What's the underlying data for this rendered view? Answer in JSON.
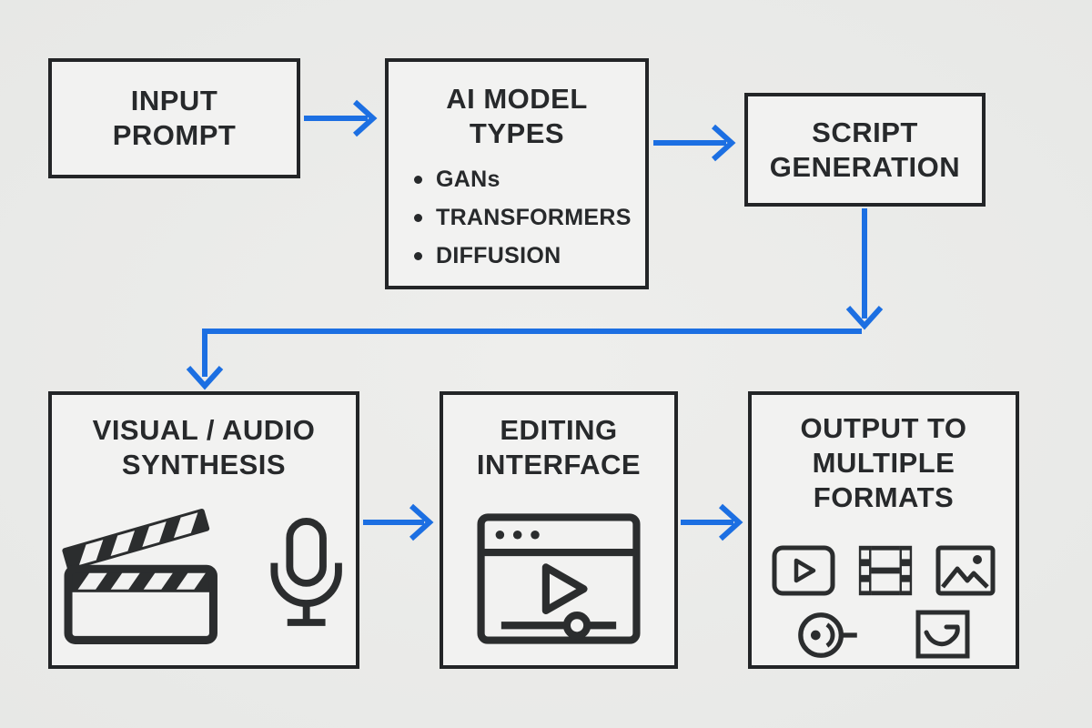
{
  "palette": {
    "background": "#e9eae8",
    "box_fill": "#f2f2f1",
    "box_border": "#232527",
    "text": "#27292b",
    "arrow_blue": "#1c6fe2",
    "icon_stroke": "#2b2d2e"
  },
  "diagram": {
    "boxes": {
      "input_prompt": {
        "title": "INPUT\nPROMPT"
      },
      "ai_model_types": {
        "title": "AI MODEL\nTYPES",
        "bullets": [
          "GANs",
          "TRANSFORMERS",
          "DIFFUSION"
        ]
      },
      "script_generation": {
        "title": "SCRIPT\nGENERATION"
      },
      "visual_audio_synthesis": {
        "title": "VISUAL / AUDIO\nSYNTHESIS",
        "icons": [
          "clapperboard-icon",
          "microphone-icon"
        ]
      },
      "editing_interface": {
        "title": "EDITING\nINTERFACE",
        "icons": [
          "video-player-window-icon"
        ]
      },
      "output_formats": {
        "title": "OUTPUT TO\nMULTIPLE\nFORMATS",
        "icons": [
          "video-play-icon",
          "film-strip-icon",
          "image-icon",
          "media-disc-icon",
          "social-share-icon"
        ]
      }
    },
    "connections": [
      {
        "from": "input-prompt",
        "to": "ai-model-types"
      },
      {
        "from": "ai-model-types",
        "to": "script-generation"
      },
      {
        "from": "script-generation",
        "to": "visual-audio-synthesis"
      },
      {
        "from": "visual-audio-synthesis",
        "to": "editing-interface"
      },
      {
        "from": "editing-interface",
        "to": "output-formats"
      }
    ]
  }
}
